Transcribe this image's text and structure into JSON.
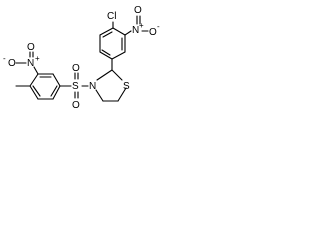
{
  "molecule": {
    "atoms": {
      "chloro": "Cl",
      "nitro_right_n": "N",
      "nitro_right_plus": "+",
      "nitro_right_o_top": "O",
      "nitro_right_o_side": "O",
      "nitro_right_minus": "-",
      "nitro_left_n": "N",
      "nitro_left_plus": "+",
      "nitro_left_o_top": "O",
      "nitro_left_minus": "-",
      "nitro_left_o_side": "O",
      "sulfonyl_s": "S",
      "sulfonyl_o_top": "O",
      "sulfonyl_o_bottom": "O",
      "ring_n": "N",
      "ring_s": "S"
    }
  }
}
